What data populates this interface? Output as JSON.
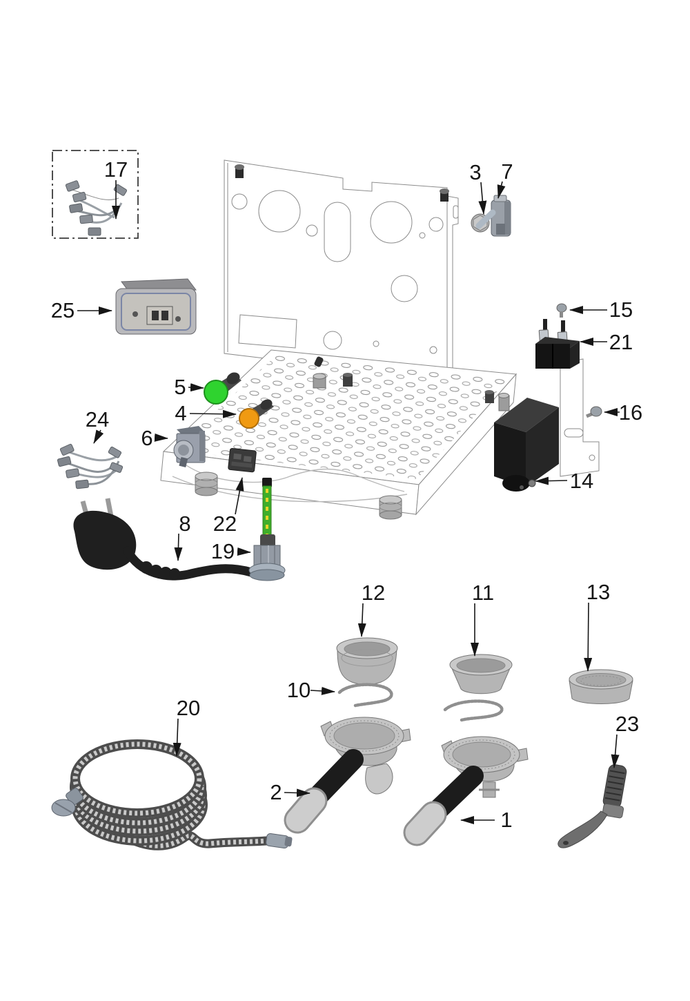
{
  "diagram": {
    "type": "exploded-parts-diagram",
    "callouts": [
      {
        "number": "1",
        "part": "portafilter-single"
      },
      {
        "number": "2",
        "part": "portafilter-double-spout"
      },
      {
        "number": "3",
        "part": "hex-nut"
      },
      {
        "number": "4",
        "part": "orange-indicator-lamp"
      },
      {
        "number": "5",
        "part": "green-indicator-lamp"
      },
      {
        "number": "6",
        "part": "pressure-switch"
      },
      {
        "number": "7",
        "part": "toggle-valve"
      },
      {
        "number": "8",
        "part": "power-cord-plug"
      },
      {
        "number": "10",
        "part": "retaining-spring-clip"
      },
      {
        "number": "11",
        "part": "filter-basket-medium"
      },
      {
        "number": "12",
        "part": "filter-basket-deep"
      },
      {
        "number": "13",
        "part": "filter-basket-shallow"
      },
      {
        "number": "14",
        "part": "pump-black-box"
      },
      {
        "number": "15",
        "part": "screw-small"
      },
      {
        "number": "16",
        "part": "screw-small"
      },
      {
        "number": "17",
        "part": "wiring-harness-boxed"
      },
      {
        "number": "19",
        "part": "cable-gland-ground-wire"
      },
      {
        "number": "20",
        "part": "braided-hose-coil"
      },
      {
        "number": "21",
        "part": "relay-terminal-block"
      },
      {
        "number": "22",
        "part": "connector-block"
      },
      {
        "number": "23",
        "part": "steam-lever-handle"
      },
      {
        "number": "24",
        "part": "wiring-harness"
      },
      {
        "number": "25",
        "part": "control-box"
      }
    ],
    "colors": {
      "indicator_green": "#2fd32f",
      "indicator_orange": "#f09a12",
      "ground_wire_green": "#3fae2a",
      "ground_wire_yellow": "#e8d42a",
      "line_art": "#8a8a8a",
      "callout_ink": "#161616"
    }
  }
}
